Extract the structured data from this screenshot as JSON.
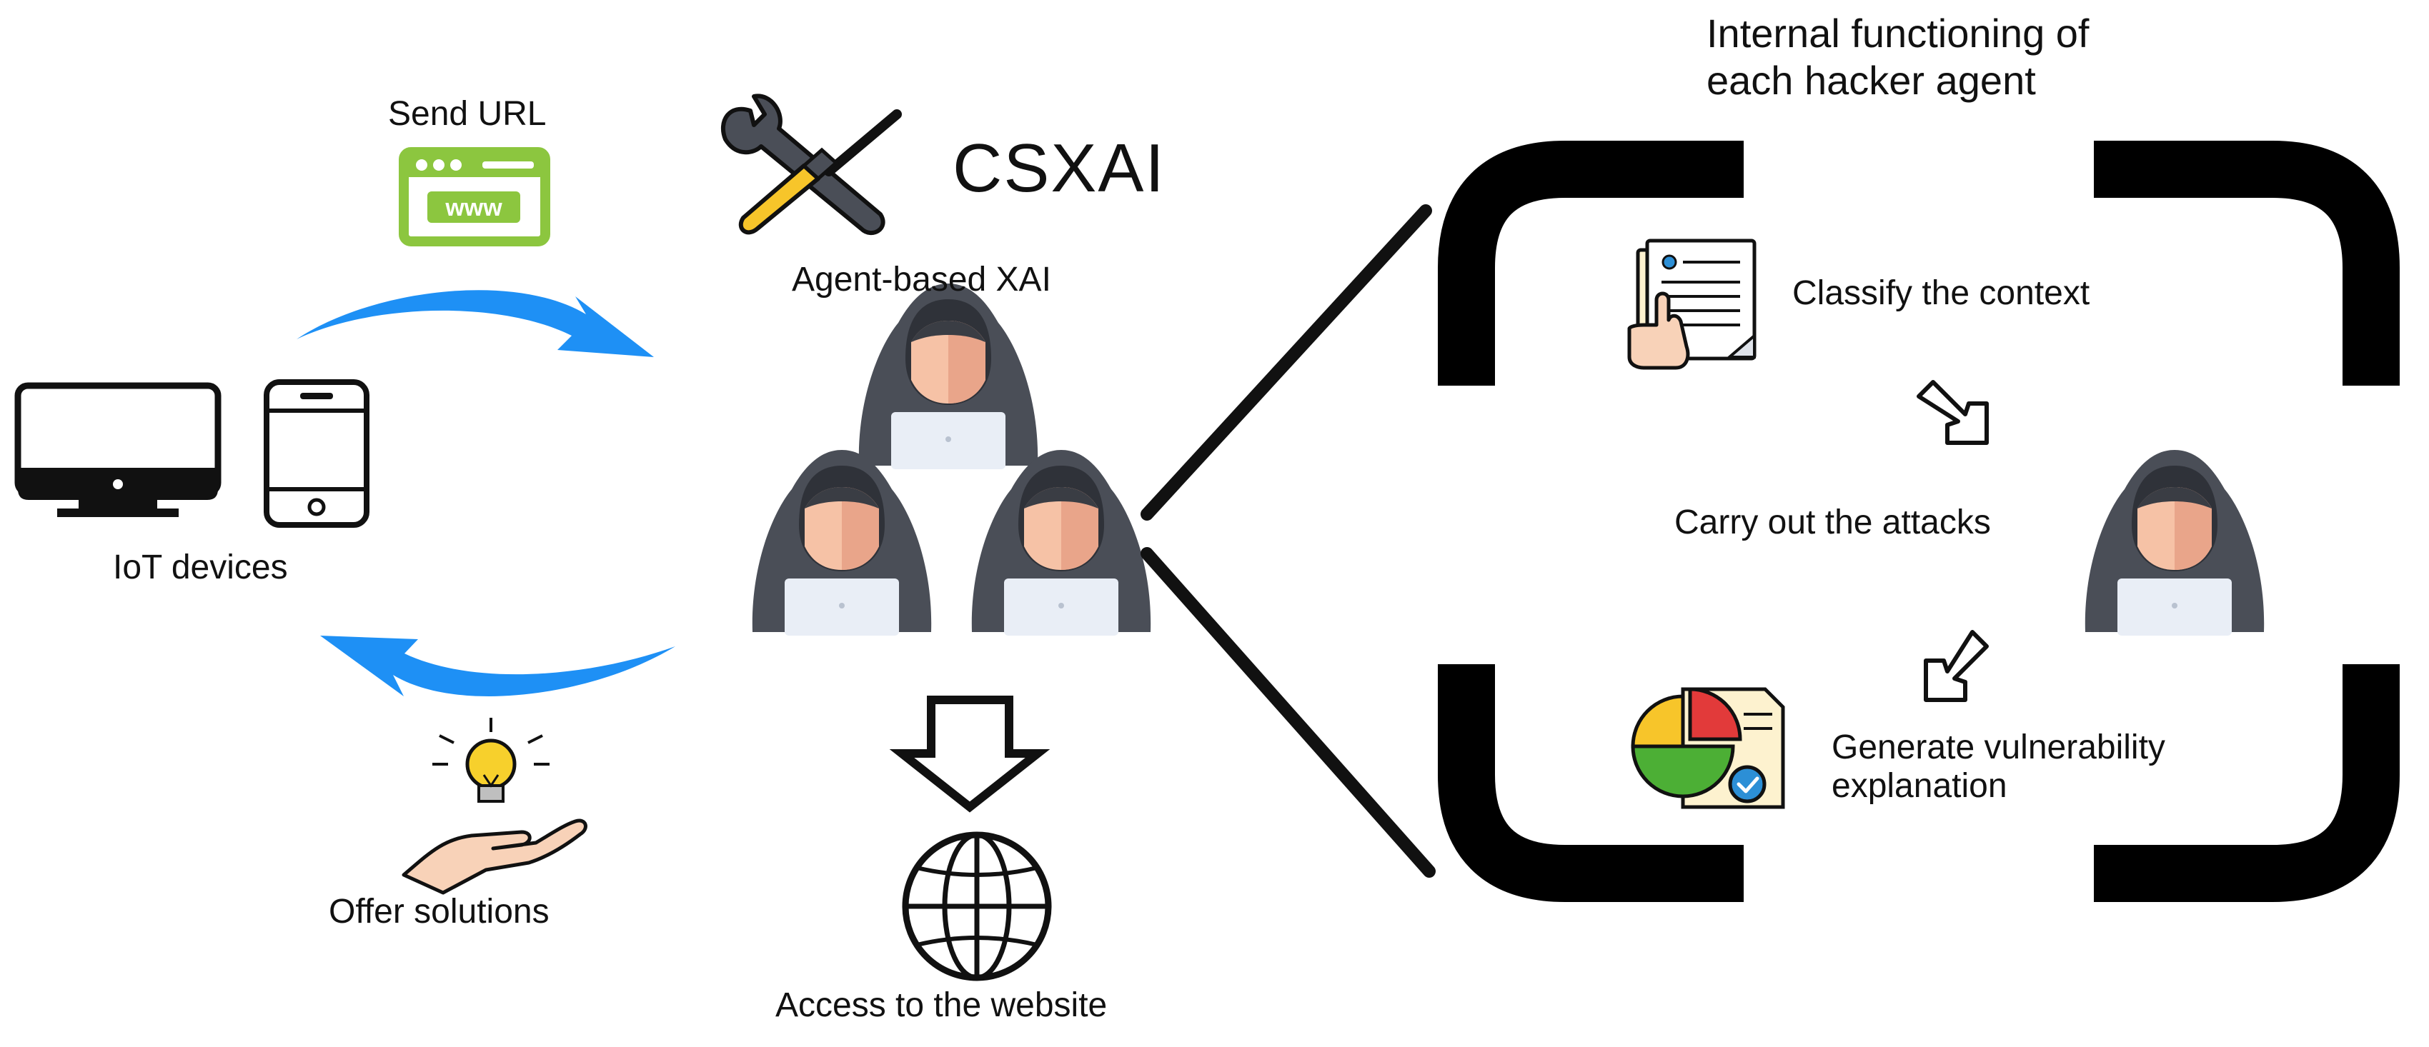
{
  "labels": {
    "send_url": "Send URL",
    "iot_devices": "IoT devices",
    "offer_solutions": "Offer solutions",
    "csxai": "CSXAI",
    "agent_based": "Agent-based XAI",
    "access_website": "Access to the website",
    "internal_line1": "Internal functioning of",
    "internal_line2": "each hacker agent",
    "classify": "Classify the context",
    "carry_out": "Carry out the attacks",
    "generate_line1": "Generate vulnerability",
    "generate_line2": "explanation"
  },
  "browser_icon_text": "www",
  "icons": {
    "browser": "browser-window-icon",
    "monitor": "desktop-monitor-icon",
    "phone": "smartphone-icon",
    "bulb": "lightbulb-hand-icon",
    "tools": "wrench-screwdriver-icon",
    "hacker": "hooded-hacker-icon",
    "down_arrow": "down-arrow-icon",
    "globe": "globe-icon",
    "document": "document-hand-icon",
    "arrow_down_right": "arrow-down-right-icon",
    "arrow_down_left": "arrow-down-left-icon",
    "report": "pie-chart-report-icon"
  },
  "colors": {
    "arrow_blue": "#1e90f5",
    "browser_green": "#8cc63f",
    "ink": "#111111",
    "hood_dark": "#4a4e57",
    "hood_mid": "#6b7079",
    "face": "#f6c2a6",
    "face_shade": "#e9a58a",
    "laptop": "#e9eef6",
    "bulb_yellow": "#f7d02c",
    "hand_skin": "#f8d2b8",
    "paper": "#fdf2cf",
    "pie_red": "#e23a3a",
    "pie_green": "#4caf35",
    "pie_yellow": "#f7c52a",
    "check_blue": "#2c8fd6"
  }
}
